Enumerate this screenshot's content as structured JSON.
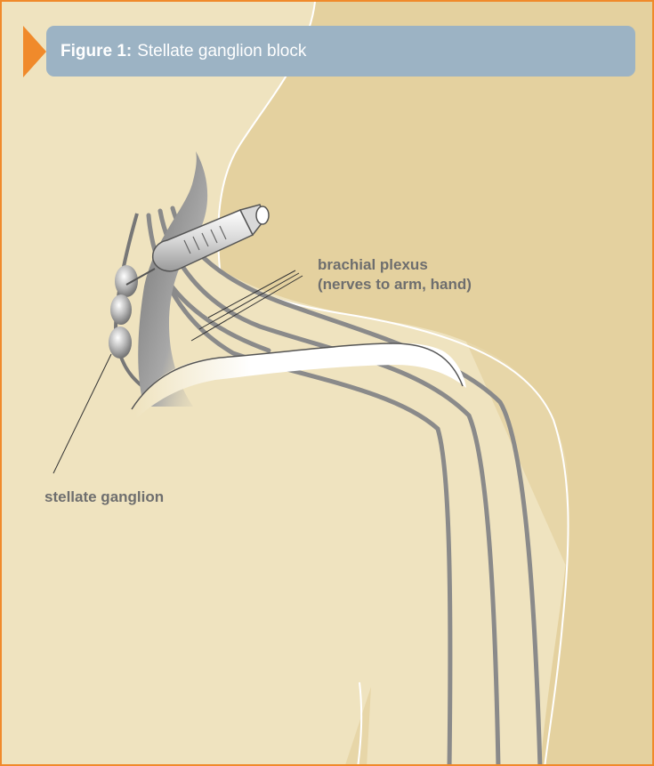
{
  "figure": {
    "title_prefix": "Figure 1:",
    "title_text": "Stellate ganglion block"
  },
  "labels": {
    "brachial_plexus_line1": "brachial plexus",
    "brachial_plexus_line2": "(nerves to arm, hand)",
    "stellate_ganglion": "stellate ganglion"
  },
  "colors": {
    "border_accent": "#f08a2b",
    "title_bar": "#9cb3c4",
    "background_light": "#efe3bf",
    "body_shade": "#e7d6a8",
    "nerve_gray": "#8a8a8a",
    "label_gray": "#6e6e6e"
  }
}
